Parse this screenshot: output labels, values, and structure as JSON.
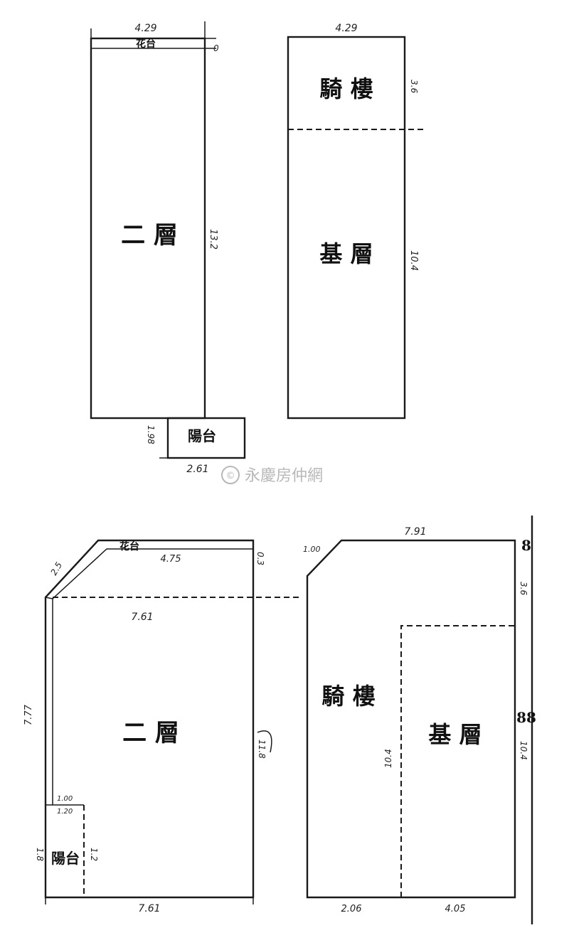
{
  "watermark": "永慶房仲網",
  "plans": {
    "top_left": {
      "room_main": "二 層",
      "room_canopy": "花台",
      "room_balcony": "陽台",
      "dims": {
        "top": "4.29",
        "right_top": "0",
        "right_mid": "13.2",
        "balcony_left": "1.98",
        "balcony_bottom": "2.61"
      }
    },
    "top_right": {
      "room_arcade": "騎 樓",
      "room_ground": "基 層",
      "dims": {
        "top": "4.29",
        "right_top": "3.6",
        "right_mid": "10.4"
      }
    },
    "bottom_left": {
      "room_main": "二 層",
      "room_canopy": "花台",
      "room_balcony": "陽台",
      "dims": {
        "diag": "2.5",
        "top_inner": "4.75",
        "right_top": "0.3",
        "mid": "7.61",
        "left": "7.77",
        "right_mid": "11.8",
        "inset_a": "1.00",
        "inset_b": "1.20",
        "balcony_l": "1.8",
        "balcony_r": "1.2",
        "bottom": "7.61"
      }
    },
    "bottom_right": {
      "room_arcade": "騎 樓",
      "room_ground": "基 層",
      "dims": {
        "corner": "1.00",
        "top": "7.91",
        "right_top": "3.6",
        "mid": "10.4",
        "right_mid": "10.4",
        "bottom_left": "2.06",
        "bottom_right": "4.05"
      },
      "side_marks": [
        "8",
        "88"
      ]
    }
  }
}
